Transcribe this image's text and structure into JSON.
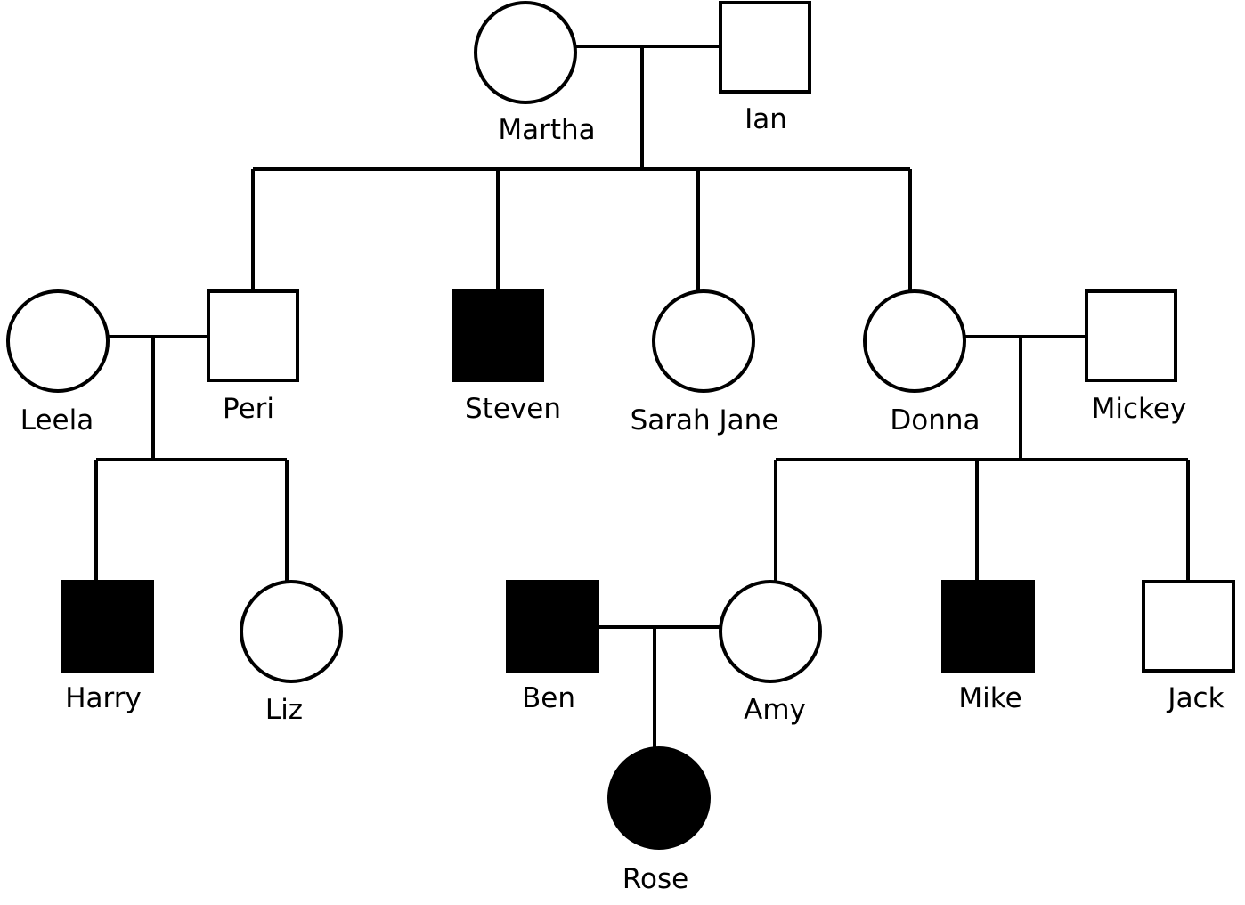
{
  "colors": {
    "affected": "#000000",
    "unaffected": "#ffffff",
    "line": "#000000"
  },
  "people": {
    "martha": {
      "name": "Martha",
      "sex": "female",
      "affected": false
    },
    "ian": {
      "name": "Ian",
      "sex": "male",
      "affected": false
    },
    "leela": {
      "name": "Leela",
      "sex": "female",
      "affected": false
    },
    "peri": {
      "name": "Peri",
      "sex": "male",
      "affected": false
    },
    "steven": {
      "name": "Steven",
      "sex": "male",
      "affected": true
    },
    "sarah_jane": {
      "name": "Sarah Jane",
      "sex": "female",
      "affected": false
    },
    "donna": {
      "name": "Donna",
      "sex": "female",
      "affected": false
    },
    "mickey": {
      "name": "Mickey",
      "sex": "male",
      "affected": false
    },
    "harry": {
      "name": "Harry",
      "sex": "male",
      "affected": true
    },
    "liz": {
      "name": "Liz",
      "sex": "female",
      "affected": false
    },
    "ben": {
      "name": "Ben",
      "sex": "male",
      "affected": true
    },
    "amy": {
      "name": "Amy",
      "sex": "female",
      "affected": false
    },
    "mike": {
      "name": "Mike",
      "sex": "male",
      "affected": true
    },
    "jack": {
      "name": "Jack",
      "sex": "male",
      "affected": false
    },
    "rose": {
      "name": "Rose",
      "sex": "female",
      "affected": true
    }
  }
}
